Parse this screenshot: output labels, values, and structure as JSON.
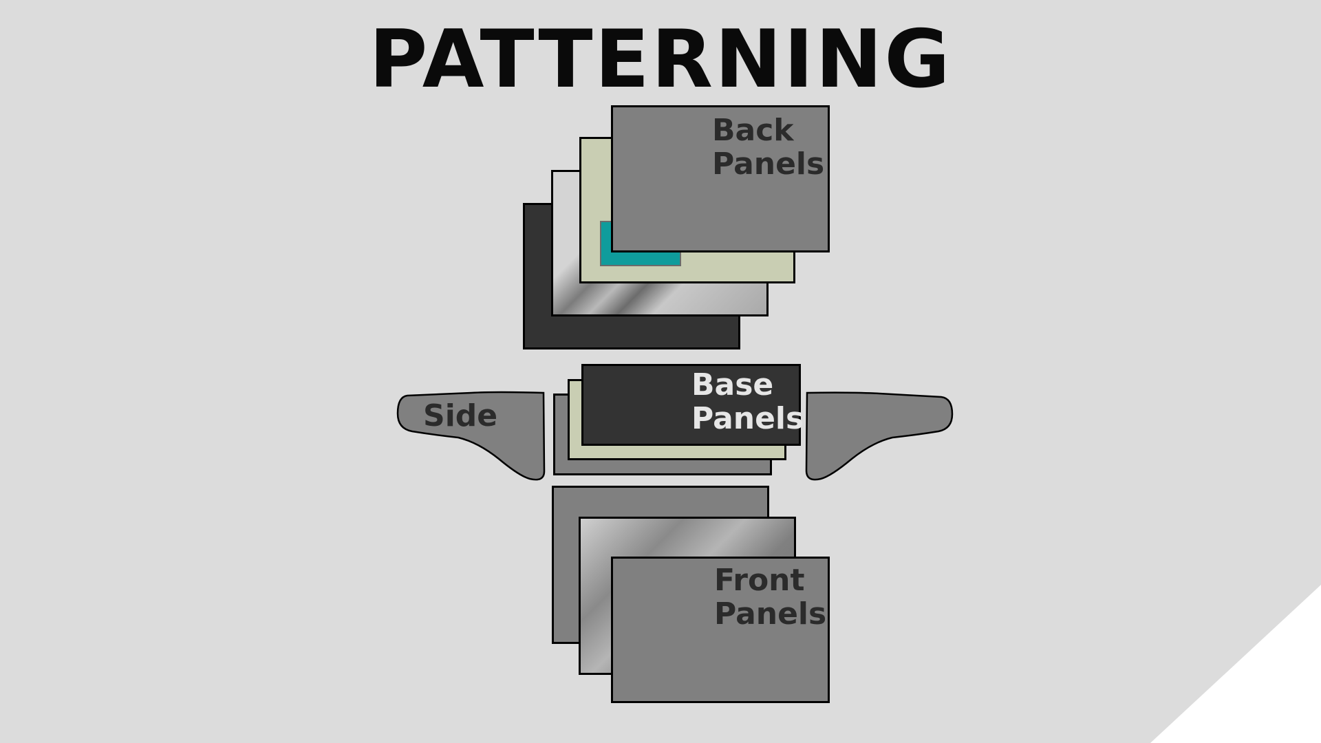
{
  "title": "PATTERNING",
  "colors": {
    "background": "#dcdcdc",
    "corner": "#ffffff",
    "panel_gray": "#808080",
    "panel_dark": "#333333",
    "panel_cream": "#c9ceb3",
    "accent_teal": "#0f9c9c",
    "outline": "#000000"
  },
  "groups": {
    "back": {
      "label": "Back\nPanels"
    },
    "base": {
      "label": "Base\nPanels"
    },
    "front": {
      "label": "Front\nPanels"
    },
    "side": {
      "label": "Side"
    }
  }
}
